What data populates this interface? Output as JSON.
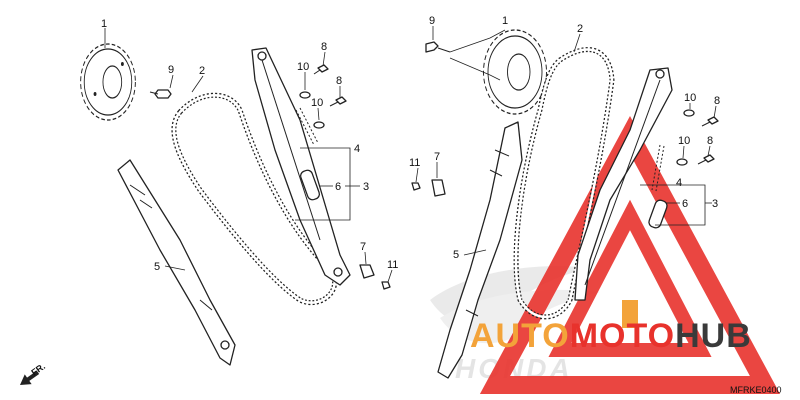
{
  "callouts_left": [
    "1",
    "9",
    "2",
    "8",
    "10",
    "8",
    "10",
    "4",
    "6",
    "3",
    "5",
    "7",
    "11"
  ],
  "callouts_right": [
    "9",
    "1",
    "2",
    "10",
    "8",
    "10",
    "8",
    "11",
    "7",
    "4",
    "6",
    "3",
    "5"
  ],
  "front_label": "FR.",
  "diagram_code": "MFRKE0400",
  "watermark": {
    "brand_part1": "AUTO",
    "brand_part2": "MOTO",
    "brand_part3": "HUB",
    "honda_text": "HONDA",
    "colors": {
      "red": "#e8322c",
      "orange": "#f3a33a",
      "dark": "#3a3a3a",
      "grey": "#cfcfcf"
    }
  },
  "icons": [
    "front-arrow-icon",
    "honda-wing-logo",
    "red-triangle-logo"
  ]
}
